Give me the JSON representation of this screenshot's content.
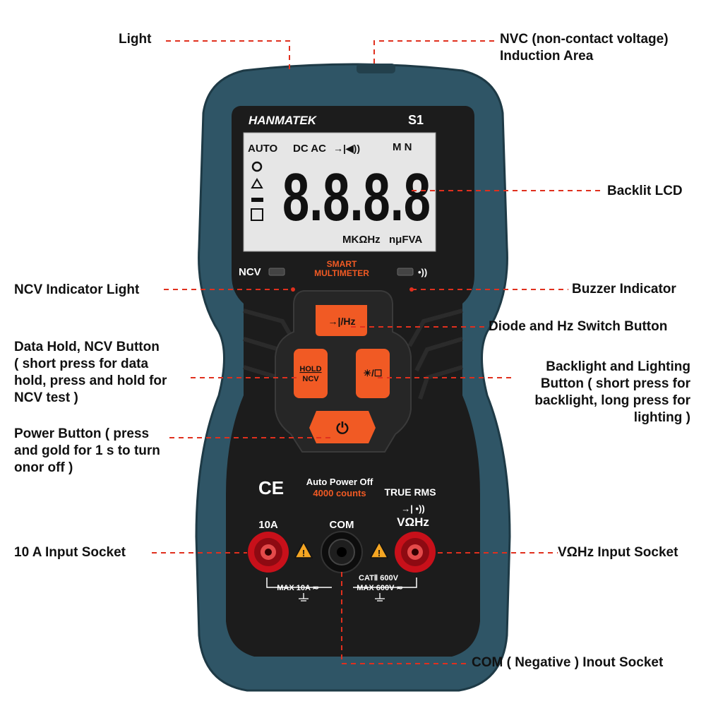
{
  "device": {
    "brand": "HANMATEK",
    "model": "S1",
    "lcd": {
      "auto": "AUTO",
      "dcac": "DC AC",
      "diode_beep": "→|◀))",
      "mn": "M N",
      "digits": "8.8.8.8",
      "units_left": "MKΩHz",
      "units_right": "nμFVA"
    },
    "ncv_label": "NCV",
    "smart_line1": "SMART",
    "smart_line2": "MULTIMETER",
    "buttons": {
      "diode_hz": "→|/Hz",
      "hold": "HOLD",
      "ncv": "NCV",
      "light": "☀/☐",
      "power": "⏻"
    },
    "ce": "CE",
    "auto_power_off": "Auto Power Off",
    "counts": "4000 counts",
    "true_rms": "TRUE RMS",
    "diode_beep_small": "→|  •))",
    "vohz": "VΩHz",
    "socket_10a": "10A",
    "socket_com": "COM",
    "max_10a": "MAX 10A ≂",
    "cat": "CATⅡ 600V",
    "max_600v": "MAX 600V ≂"
  },
  "callouts": {
    "light": "Light",
    "ncv_area": "NVC (non-contact voltage)\nInduction Area",
    "backlit_lcd": "Backlit LCD",
    "ncv_indicator": "NCV Indicator Light",
    "buzzer_indicator": "Buzzer Indicator",
    "diode_hz_button": "Diode and Hz Switch Button",
    "data_hold": "Data Hold, NCV Button\n( short press for data\nhold, press and hold for\nNCV test )",
    "backlight_button": "Backlight and Lighting\nButton ( short press for\nbacklight, long press for\nlighting )",
    "power_button": "Power Button ( press\nand gold for 1 s to turn\nonor off )",
    "input_10a": "10 A Input Socket",
    "vohz_input": "VΩHz Input Socket",
    "com_socket": "COM ( Negative ) Inout Socket"
  },
  "colors": {
    "body_teal": "#2f5566",
    "front_black": "#1c1c1c",
    "button_orange": "#f15a24",
    "leader_red": "#e0301e",
    "socket_red": "#c8101a"
  }
}
